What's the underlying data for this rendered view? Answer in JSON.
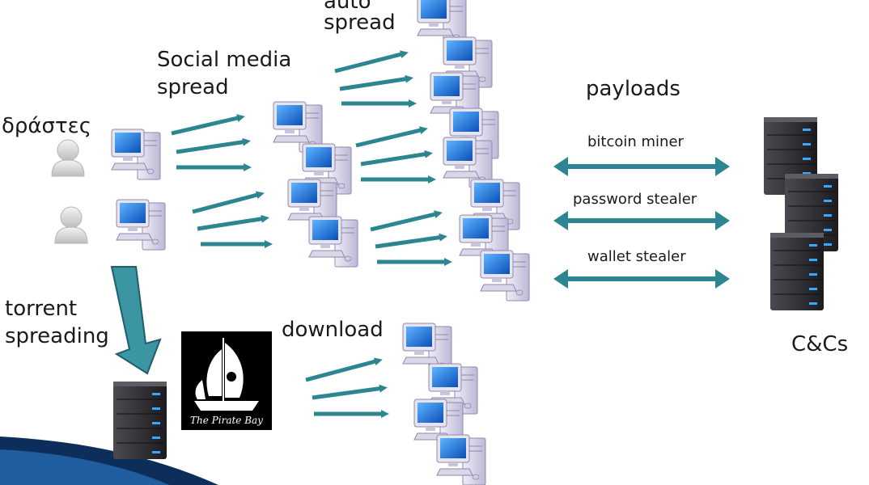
{
  "labels": {
    "auto_spread_1": "auto",
    "auto_spread_2": "spread",
    "social_1": "Social media",
    "social_2": "spread",
    "actors": "δράστες",
    "payloads": "payloads",
    "bitcoin": "bitcoin miner",
    "password": "password stealer",
    "wallet": "wallet stealer",
    "torrent_1": "torrent",
    "torrent_2": "spreading",
    "download": "download",
    "cc": "C&Cs",
    "pirate_bay": "The Pirate Bay"
  },
  "colors": {
    "arrow": "#2e8592",
    "big_arrow": "#3c95a2",
    "screen": "#1d6fd8",
    "case": "#d9d5ea",
    "server": "#2f2f33",
    "led": "#3aa7ff",
    "user": "#d8d8d8"
  }
}
